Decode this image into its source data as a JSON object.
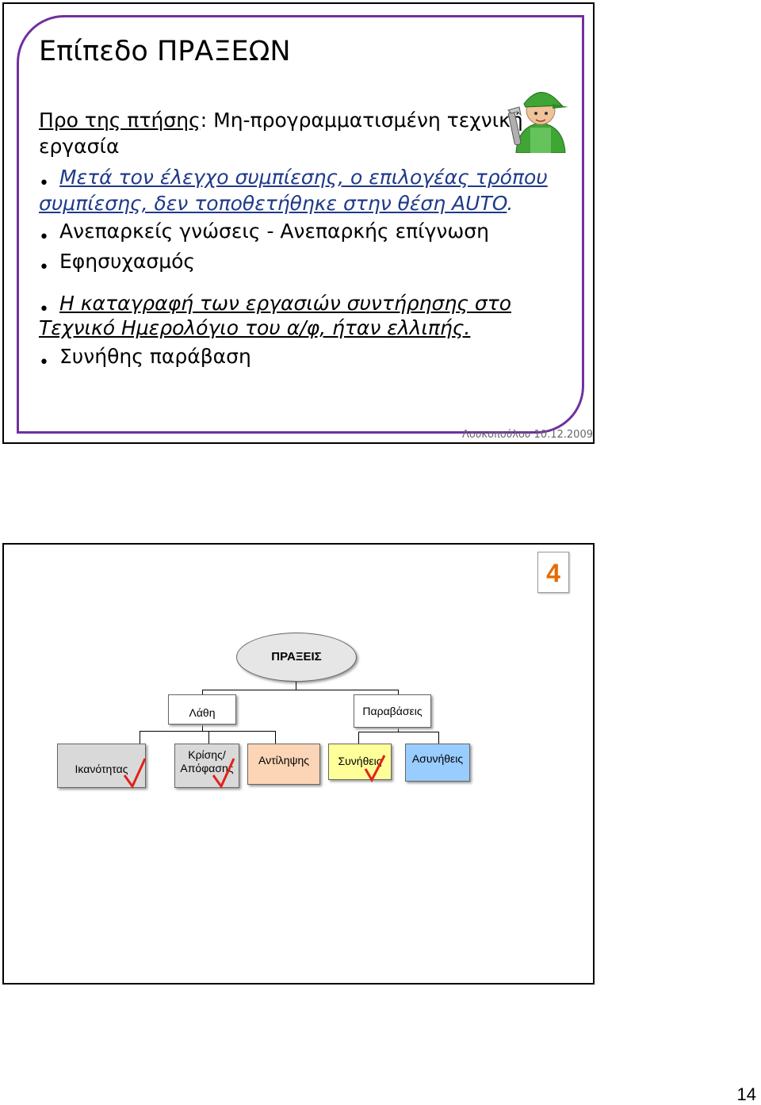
{
  "slide1": {
    "title": "Επίπεδο ΠΡΑΞΕΩΝ",
    "intro_underlined": "Προ της πτήσης",
    "intro_rest": ": Μη-προγραμματισμένη τεχνική",
    "intro_line2": "εργασία",
    "italic1_line1": "Μετά τον έλεγχο συμπίεσης, ο επιλογέας τρόπου",
    "italic1_line2": "συμπίεσης, δεν τοποθετήθηκε στην θέση AUTO",
    "italic1_end": ".",
    "bullet2": "Ανεπαρκείς γνώσεις - Ανεπαρκής επίγνωση",
    "bullet3": "Εφησυχασμός",
    "italic2_line1": "Η καταγραφή των εργασιών συντήρησης στο",
    "italic2_line2": "Τεχνικό Ημερολόγιο του α/φ, ήταν ελλιπής.",
    "bullet5": "Συνήθης παράβαση",
    "footer": "Λουκοπούλου 10.12.2009",
    "mechanic_icon": "mechanic-icon"
  },
  "slide2": {
    "badge": "4",
    "root": "ΠΡΑΞΕΙΣ",
    "level2": [
      "Λάθη",
      "Παραβάσεις"
    ],
    "level3": [
      "Ικανότητας",
      "Κρίσης/ Απόφασης",
      "Αντίληψης",
      "Συνήθεις",
      "Ασυνήθεις"
    ],
    "colors": {
      "errors_boxes": "#d9d9d9",
      "perception": "#fbd5b5",
      "routine": "#ffff99",
      "exceptional": "#99ccff",
      "check": "#e32119"
    }
  },
  "page_number": "14"
}
